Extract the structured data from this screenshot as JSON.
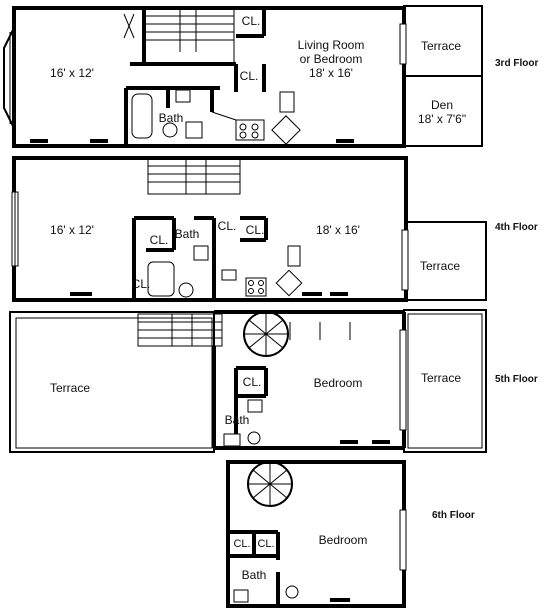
{
  "floors": [
    {
      "label": "3rd Floor",
      "rooms": {
        "front_room": "16' x 12'",
        "closet_a": "CL.",
        "closet_b": "CL.",
        "bath": "Bath",
        "living_line1": "Living Room",
        "living_line2": "or Bedroom",
        "living_line3": "18' x 16'",
        "terrace": "Terrace",
        "den_line1": "Den",
        "den_line2": "18' x 7'6\""
      }
    },
    {
      "label": "4th Floor",
      "rooms": {
        "front_room": "16' x 12'",
        "closet_a": "CL.",
        "bath": "Bath",
        "closet_b": "CL.",
        "closet_c": "CL.",
        "closet_d": "CL.",
        "back_room": "18' x 16'",
        "terrace": "Terrace"
      }
    },
    {
      "label": "5th Floor",
      "rooms": {
        "front_terrace": "Terrace",
        "closet": "CL.",
        "bath": "Bath",
        "bedroom": "Bedroom",
        "rear_terrace": "Terrace"
      }
    },
    {
      "label": "6th Floor",
      "rooms": {
        "closet_a": "CL.",
        "closet_b": "CL.",
        "bath": "Bath",
        "bedroom": "Bedroom"
      }
    }
  ]
}
